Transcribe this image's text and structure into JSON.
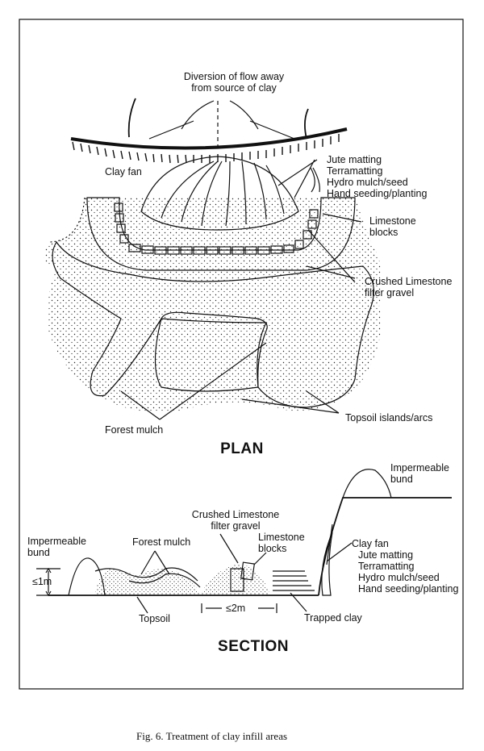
{
  "plan": {
    "heading": "PLAN",
    "diversion_line1": "Diversion of flow away",
    "diversion_line2": "from source of clay",
    "clay_fan": "Clay fan",
    "treatments": [
      "Jute matting",
      "Terramatting",
      "Hydro mulch/seed",
      "Hand seeding/planting"
    ],
    "limestone_line1": "Limestone",
    "limestone_line2": "blocks",
    "crushed_line1": "Crushed Limestone",
    "crushed_line2": "filter gravel",
    "forest_mulch": "Forest mulch",
    "topsoil_islands": "Topsoil islands/arcs"
  },
  "section": {
    "heading": "SECTION",
    "impermeable_right_line1": "Impermeable",
    "impermeable_right_line2": "bund",
    "impermeable_left_line1": "Impermeable",
    "impermeable_left_line2": "bund",
    "crushed_line1": "Crushed Limestone",
    "crushed_line2": "filter gravel",
    "limestone_line1": "Limestone",
    "limestone_line2": "blocks",
    "forest_mulch": "Forest mulch",
    "clay_fan": "Clay fan",
    "treatments": [
      "Jute matting",
      "Terramatting",
      "Hydro mulch/seed",
      "Hand seeding/planting"
    ],
    "height_dim": "≤1m",
    "width_dim": "≤2m",
    "topsoil": "Topsoil",
    "trapped_clay": "Trapped clay"
  },
  "caption": "Fig. 6.  Treatment of clay infill areas"
}
